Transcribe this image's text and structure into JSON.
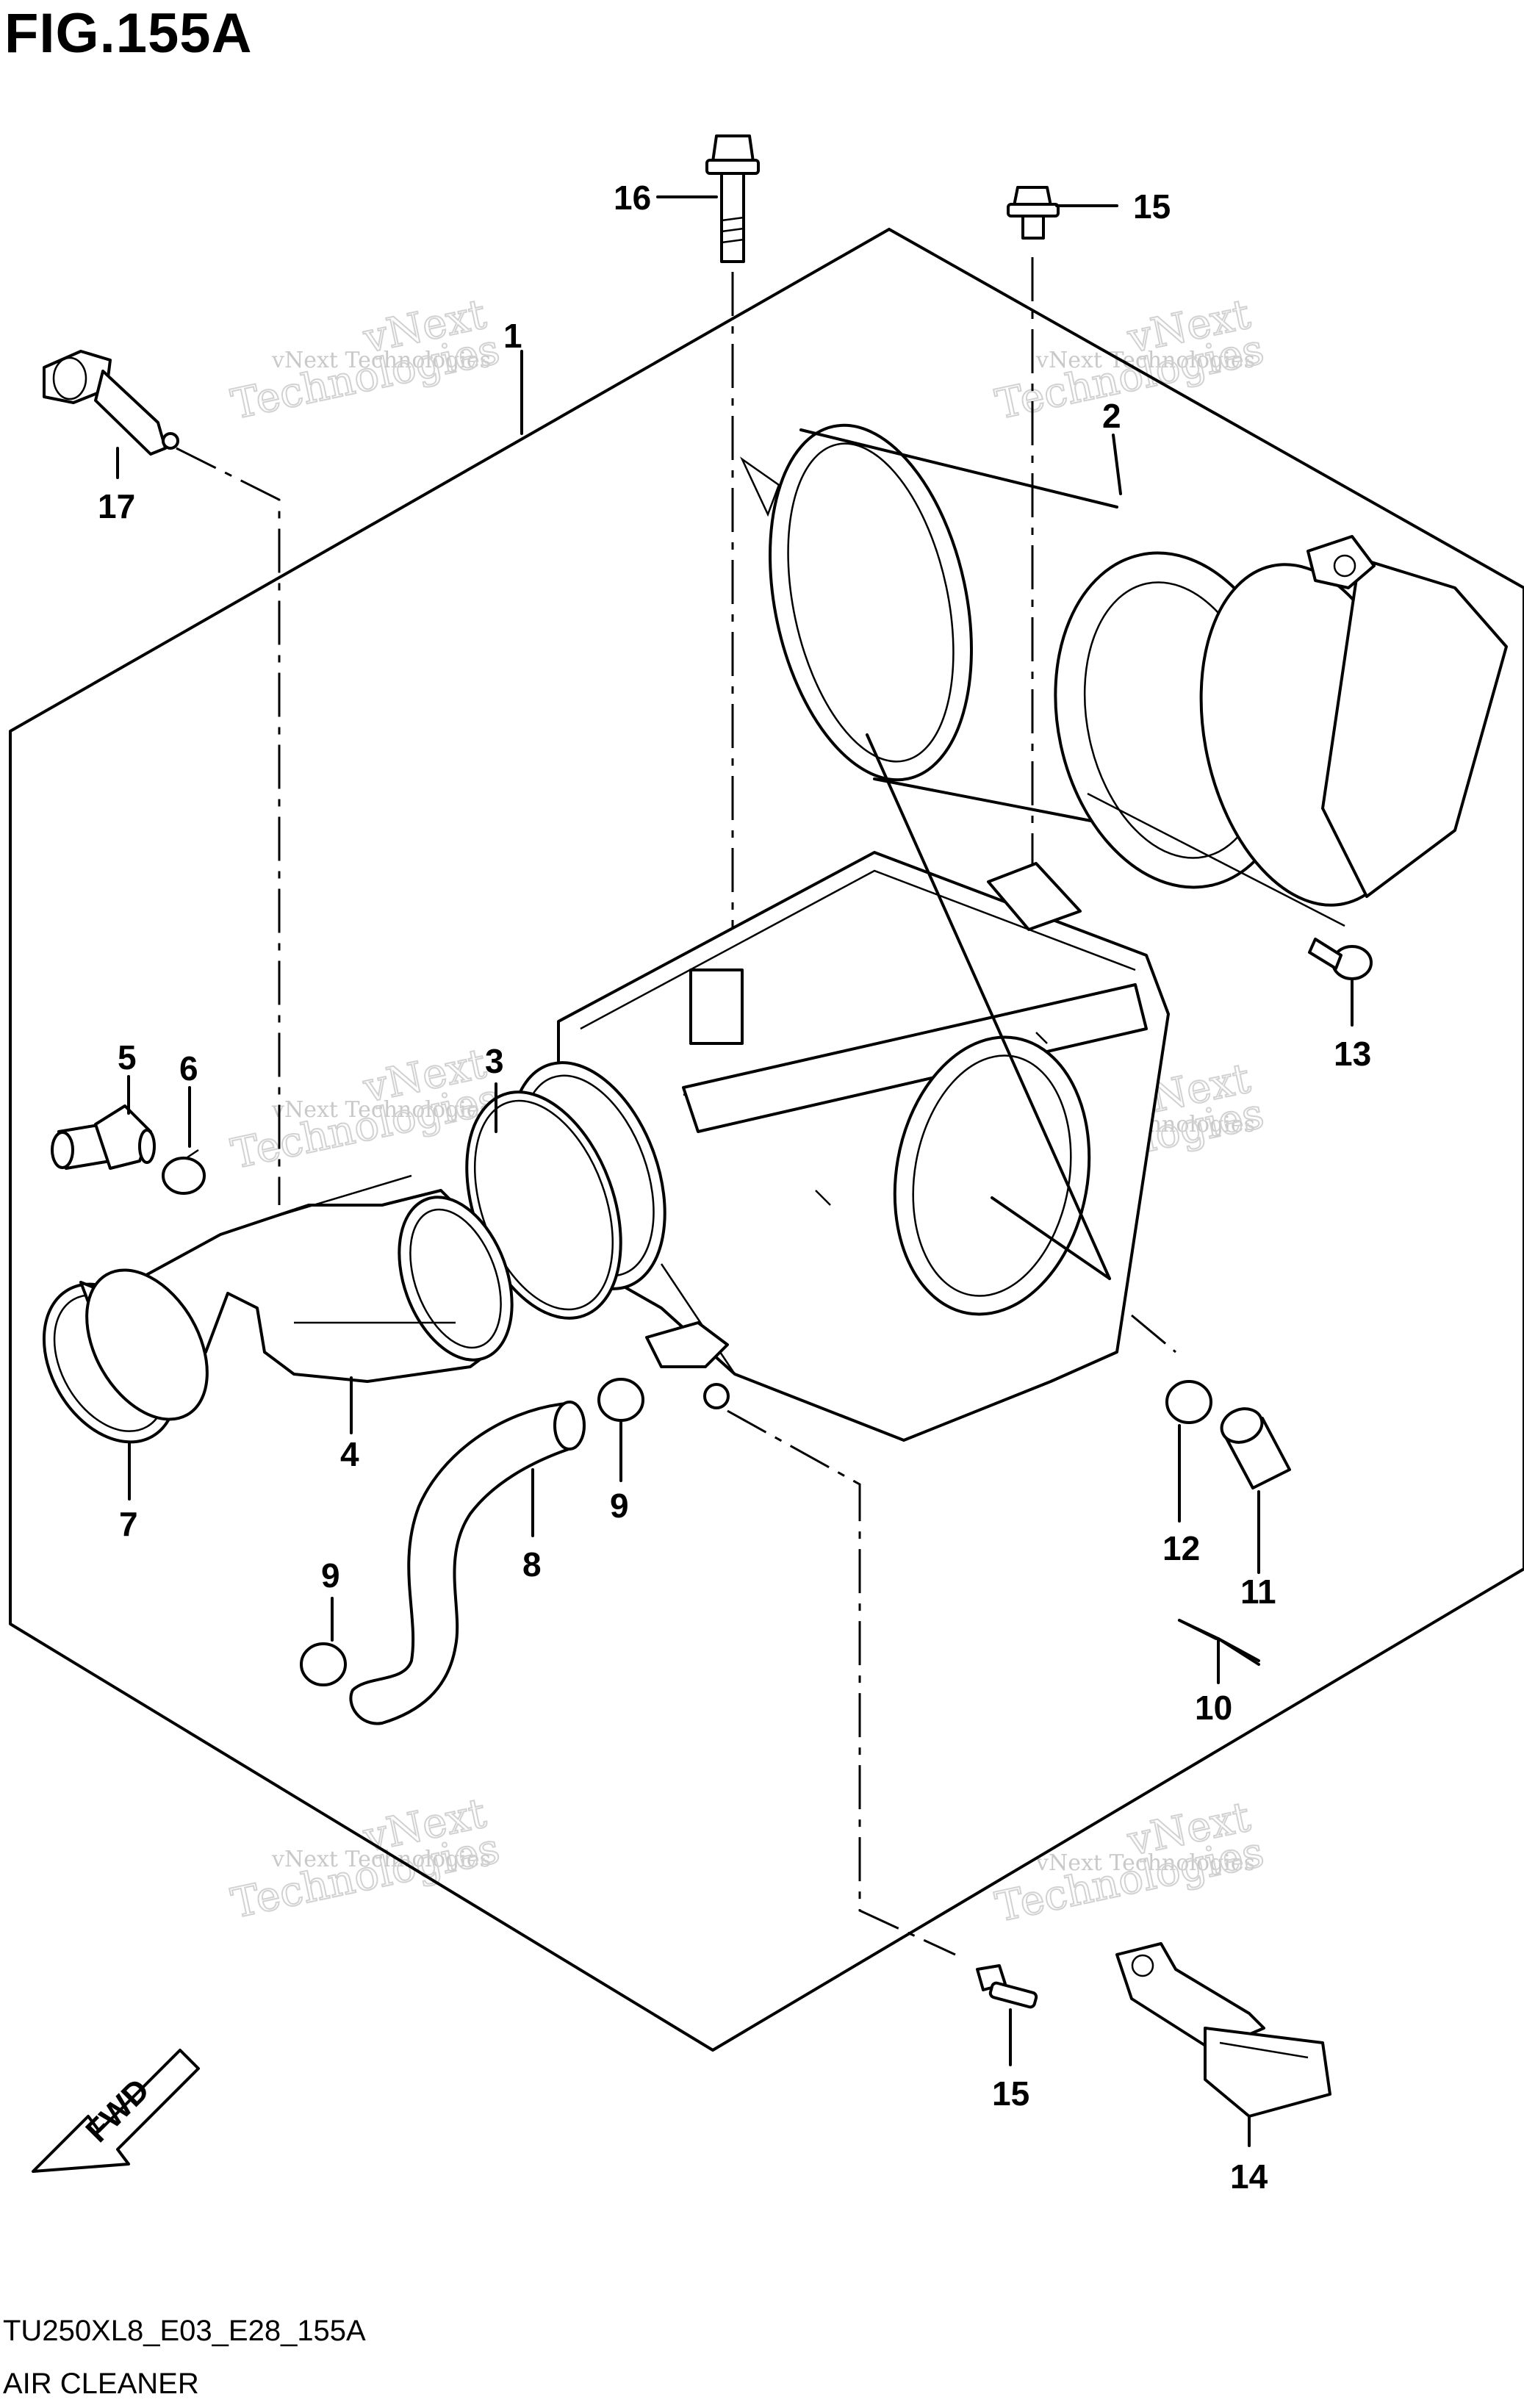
{
  "figure_title": "FIG.155A",
  "diagram_code": "TU250XL8_E03_E28_155A",
  "diagram_name": "AIR CLEANER",
  "fwd_label": "FWD",
  "watermark": {
    "small": "vNext Technologies",
    "big_line1": "vNext",
    "big_line2": "Technologies"
  },
  "callouts": [
    "1",
    "2",
    "3",
    "4",
    "5",
    "6",
    "7",
    "8",
    "9",
    "9",
    "10",
    "11",
    "12",
    "13",
    "14",
    "15",
    "15",
    "16",
    "17"
  ],
  "parts": [
    "17-rubber-plug",
    "1-air-cleaner-box",
    "2-element",
    "3-seal",
    "4-outlet-tube",
    "5-connector",
    "6-clamp",
    "7-clamp",
    "8-drain-hose",
    "9-clamp",
    "10-cap-set",
    "11-cap",
    "12-clamp",
    "13-screw",
    "14-bracket",
    "15-bolt",
    "16-bolt"
  ]
}
